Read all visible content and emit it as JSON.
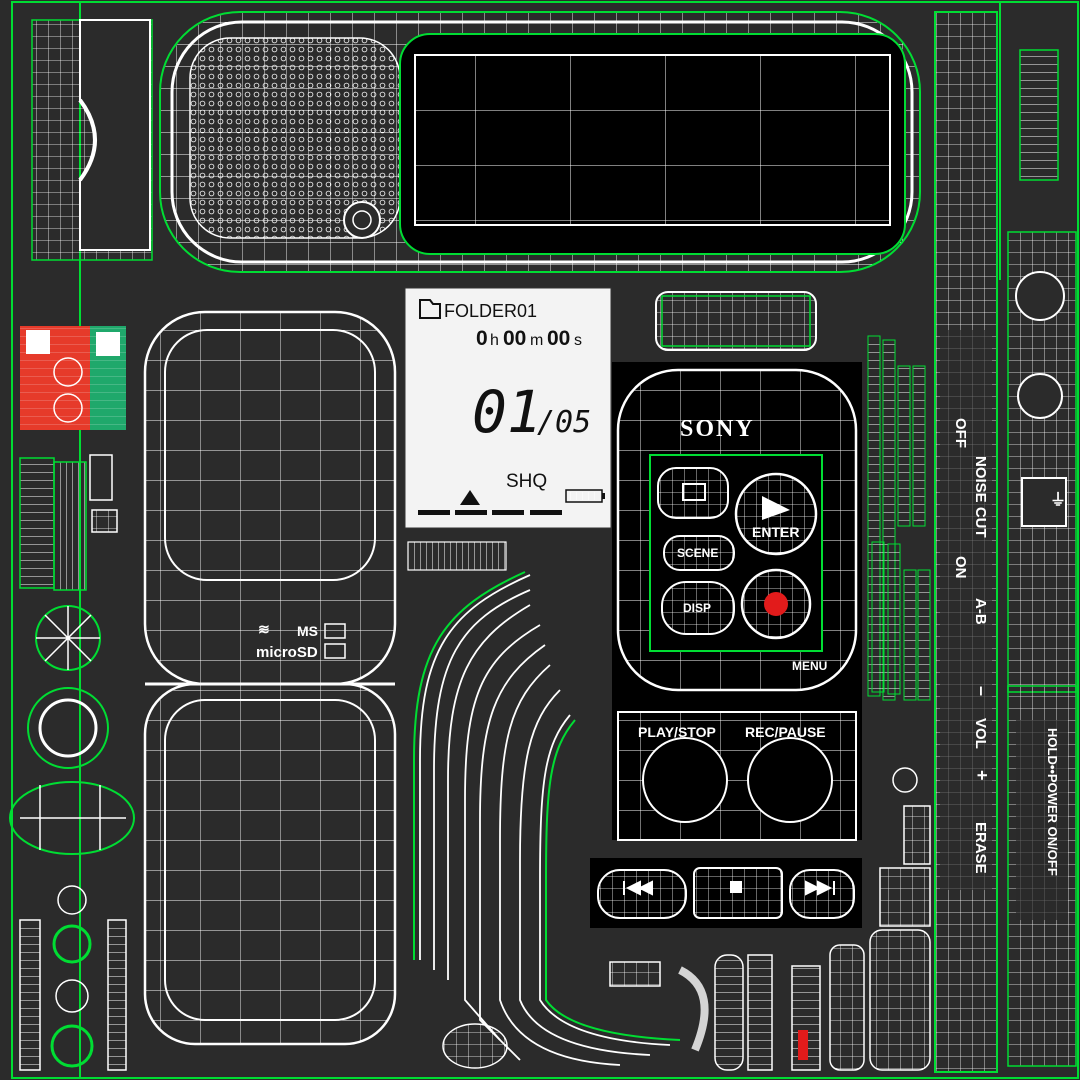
{
  "lcd": {
    "folder": "FOLDER01",
    "time": {
      "h_val": "0",
      "h": "h",
      "m_val": "00",
      "m": "m",
      "s_val": "00",
      "s": "s"
    },
    "track": "01",
    "total": "/05",
    "quality": "SHQ"
  },
  "device": {
    "brand": "SONY",
    "enter": "ENTER",
    "scene": "SCENE",
    "disp": "DISP",
    "menu": "MENU",
    "play_stop": "PLAY/STOP",
    "rec_pause": "REC/PAUSE",
    "media_ms": "MS",
    "media_microsd": "microSD"
  },
  "side_labels": [
    "OFF",
    "NOISE CUT",
    "ON",
    "A-B",
    "–",
    "VOL",
    "+",
    "ERASE"
  ],
  "right_strip": "HOLD••POWER ON/OFF",
  "colors": {
    "wire": "#ffffff",
    "seam": "#00dd33",
    "record": "#e21b1b",
    "lcd_bg": "#f3f3f3",
    "background": "#2b2b2b",
    "swatch_red": "#e63a2a",
    "swatch_green": "#1fa86b"
  }
}
